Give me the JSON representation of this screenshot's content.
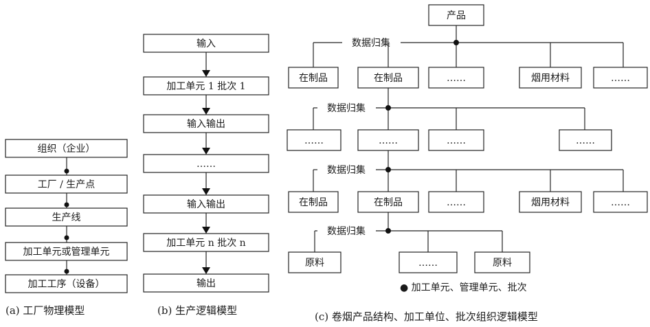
{
  "panel_a": {
    "boxes": [
      "组织（企业）",
      "工厂 / 生产点",
      "生产线",
      "加工单元或管理单元",
      "加工工序（设备）"
    ],
    "caption": "(a) 工厂物理模型"
  },
  "panel_b": {
    "boxes": [
      "输入",
      "加工单元 1 批次 1",
      "输入输出",
      "……",
      "输入输出",
      "加工单元 n 批次 n",
      "输出"
    ],
    "caption": "(b) 生产逻辑模型"
  },
  "panel_c": {
    "root": "产品",
    "collect_label": "数据归集",
    "row1": [
      "在制品",
      "在制品",
      "……",
      "烟用材料",
      "……"
    ],
    "row2": [
      "……",
      "……",
      "……",
      "……"
    ],
    "row3": [
      "在制品",
      "在制品",
      "……",
      "烟用材料",
      "……"
    ],
    "row4": [
      "原料",
      "……",
      "原料"
    ],
    "legend": "● 加工单元、管理单元、批次",
    "caption": "(c) 卷烟产品结构、加工单位、批次组织逻辑模型"
  },
  "colors": {
    "line": "#222222",
    "text": "#1a1a1a"
  }
}
